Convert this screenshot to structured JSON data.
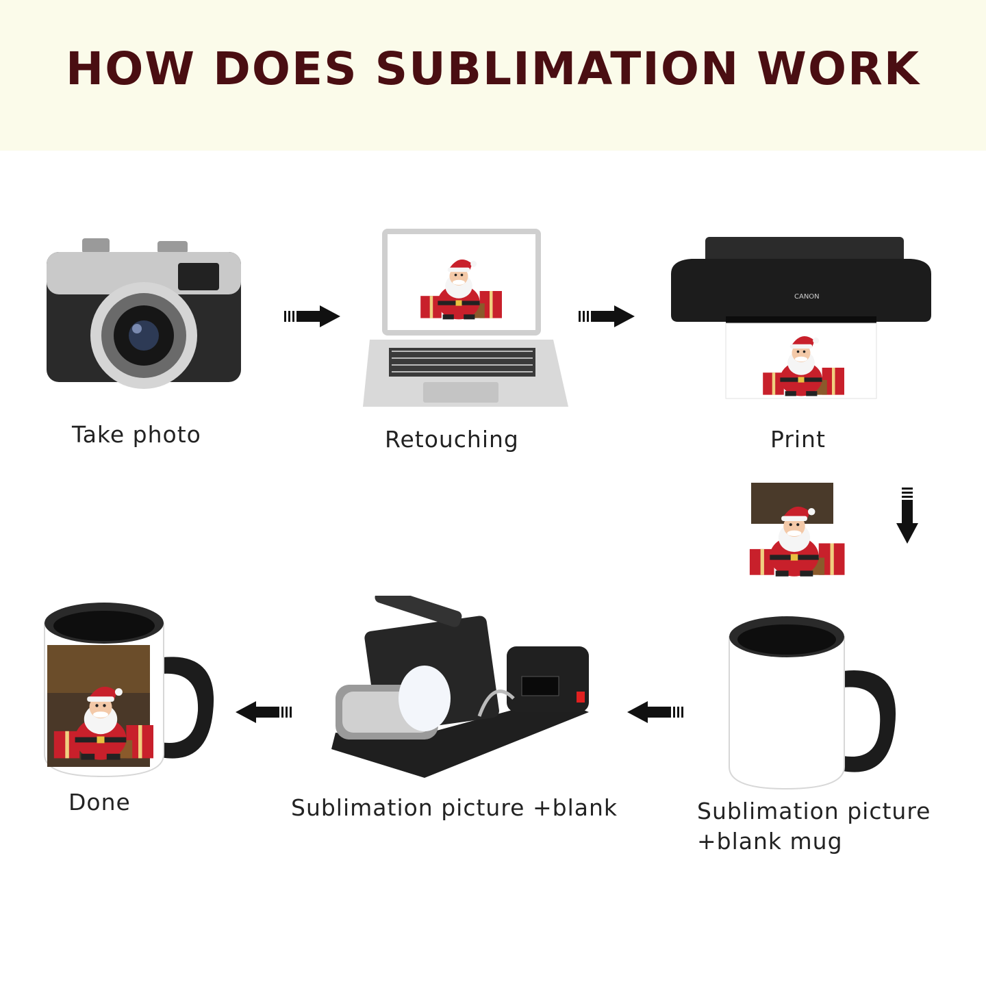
{
  "header": {
    "title": "HOW DOES SUBLIMATION WORK"
  },
  "steps": {
    "take_photo": "Take photo",
    "retouching": "Retouching",
    "print": "Print",
    "blank_mug_line1": "Sublimation picture",
    "blank_mug_line2": "+blank mug",
    "press": "Sublimation picture +blank",
    "done": "Done"
  },
  "printer_brand": "CANON",
  "colors": {
    "banner": "#fbfbea",
    "title": "#4a0e12",
    "santa_red": "#c8202b",
    "device_dark": "#1c1c1c"
  },
  "icons": [
    "camera-icon",
    "laptop-icon",
    "printer-icon",
    "santa-print-icon",
    "mug-press-icon",
    "blank-mug-icon",
    "finished-mug-icon",
    "arrow-icon"
  ]
}
